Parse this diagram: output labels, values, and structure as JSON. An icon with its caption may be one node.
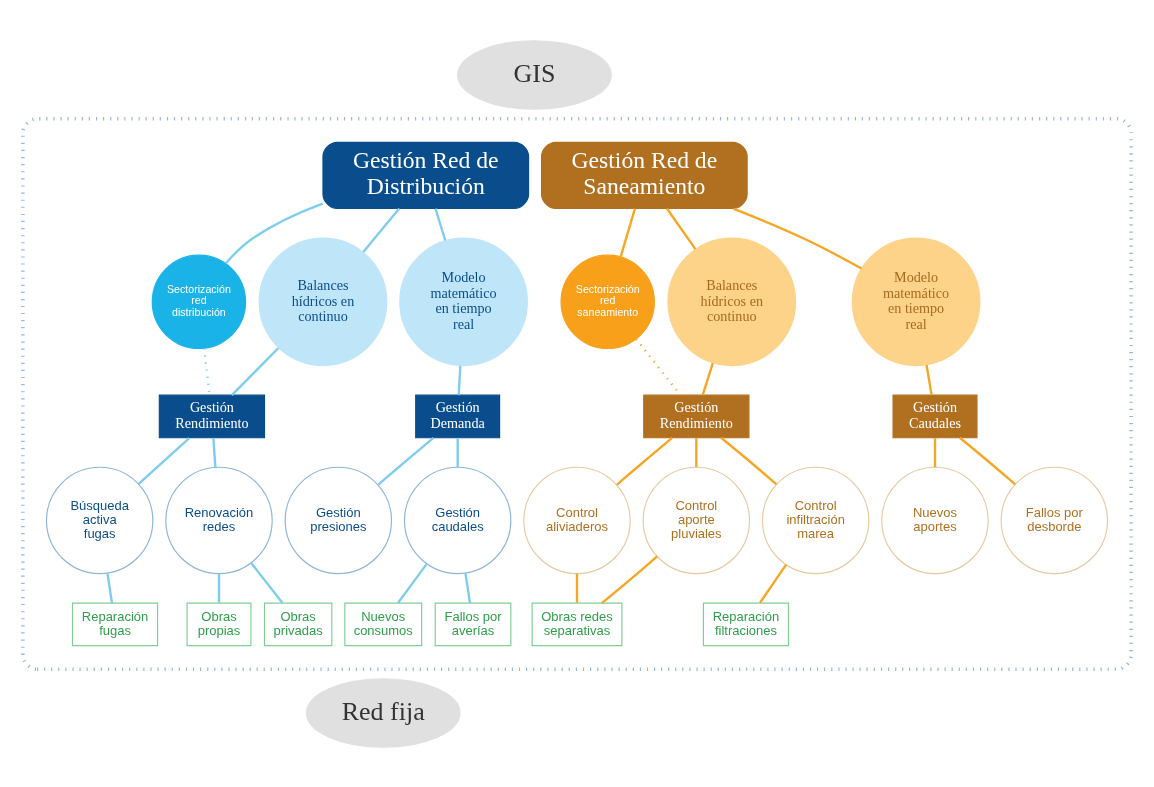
{
  "diagram": {
    "nodes": [
      {
        "text": [],
        "shape": "box"
      },
      {
        "text": [
          "GIS"
        ]
      },
      {
        "text": [
          "Gestión Red de Distribución"
        ],
        "in": 0
      },
      {
        "text": [
          "Sectorización red distribución"
        ],
        "in": 0
      },
      {
        "text": [
          "Balances hídricos en continuo"
        ],
        "in": 0
      },
      {
        "text": [
          "Modelo matemático en tiempo real"
        ],
        "in": 0
      },
      {
        "text": [
          "Gestión Rendimiento"
        ],
        "in": 0
      },
      {
        "text": [
          "Gestión Demanda"
        ],
        "in": 0
      },
      {
        "text": [
          "Búsqueda activa fugas"
        ],
        "in": 0
      },
      {
        "text": [
          "Renovación redes"
        ],
        "in": 0
      },
      {
        "text": [
          "Gestión presiones"
        ],
        "in": 0
      },
      {
        "text": [
          "Gestión caudales"
        ],
        "in": 0
      },
      {
        "text": [
          "Reparación fugas"
        ],
        "in": 0
      },
      {
        "text": [
          "Obras privadas"
        ],
        "in": 0
      },
      {
        "text": [
          "Obras propias"
        ],
        "in": 0
      },
      {
        "text": [
          "Fallos por averías"
        ],
        "in": 0
      },
      {
        "text": [
          "Nuevos consumos"
        ],
        "in": 0
      },
      {
        "text": [
          "Gestión Red de Saneamiento"
        ],
        "in": 0
      },
      {
        "text": [
          "Sectorización red saneamiento"
        ],
        "in": 0
      },
      {
        "text": [
          "Modelo matemático en tiempo real"
        ],
        "in": 0
      },
      {
        "text": [
          "Balances hídricos en continuo"
        ],
        "in": 0
      },
      {
        "text": [
          "Gestión Caudales"
        ],
        "in": 0
      },
      {
        "text": [
          "Gestión Rendimiento"
        ],
        "in": 0
      },
      {
        "text": [
          "Fallos por desborde"
        ],
        "in": 0
      },
      {
        "text": [
          "Nuevos aportes"
        ],
        "in": 0
      },
      {
        "text": [
          "Control aliviaderos"
        ],
        "in": 0
      },
      {
        "text": [
          "Control aporte pluviales"
        ],
        "in": 0
      },
      {
        "text": [
          "Control infiltración marea"
        ],
        "in": 0
      },
      {
        "text": [
          "Obras redes separativas"
        ],
        "in": 0
      },
      {
        "text": [
          "Reparación filtraciones"
        ],
        "in": 0
      },
      {
        "text": [
          "Red fija"
        ]
      }
    ],
    "edges": [
      {
        "from": 2,
        "to": 3,
        "arrow": "none"
      },
      {
        "from": 2,
        "to": 4,
        "arrow": "none"
      },
      {
        "from": 2,
        "to": 5,
        "arrow": "none"
      },
      {
        "from": 3,
        "to": 6,
        "arrow": "none",
        "style": "dashed"
      },
      {
        "from": 4,
        "to": 6,
        "arrow": "none"
      },
      {
        "from": 5,
        "to": 7,
        "arrow": "none"
      },
      {
        "from": 6,
        "to": 8,
        "arrow": "none"
      },
      {
        "from": 6,
        "to": 9,
        "arrow": "none"
      },
      {
        "from": 7,
        "to": 10,
        "arrow": "none"
      },
      {
        "from": 7,
        "to": 11,
        "arrow": "none"
      },
      {
        "from": 8,
        "to": 12,
        "arrow": "none"
      },
      {
        "from": 9,
        "to": 13,
        "arrow": "none"
      },
      {
        "from": 9,
        "to": 14,
        "arrow": "none"
      },
      {
        "from": 11,
        "to": 15,
        "arrow": "none"
      },
      {
        "from": 11,
        "to": 16,
        "arrow": "none"
      },
      {
        "from": 17,
        "to": 18,
        "arrow": "none",
        "color": "#f5a623"
      },
      {
        "from": 17,
        "to": 19,
        "arrow": "none",
        "color": "#f5a623"
      },
      {
        "from": 17,
        "to": 20,
        "arrow": "none",
        "color": "#f5a623"
      },
      {
        "from": 18,
        "to": 22,
        "arrow": "none",
        "style": "dashed",
        "color": "#f5a623"
      },
      {
        "from": 19,
        "to": 21,
        "arrow": "none",
        "color": "#f5a623"
      },
      {
        "from": 20,
        "to": 22,
        "arrow": "none",
        "color": "#f5a623"
      },
      {
        "from": 21,
        "to": 23,
        "arrow": "none",
        "color": "#f5a623"
      },
      {
        "from": 21,
        "to": 24,
        "arrow": "none",
        "color": "#f5a623"
      },
      {
        "from": 22,
        "to": 25,
        "arrow": "none",
        "color": "#f5a623"
      },
      {
        "from": 22,
        "to": 26,
        "arrow": "none",
        "color": "#f5a623"
      },
      {
        "from": 22,
        "to": 27,
        "arrow": "none",
        "color": "#f5a623"
      },
      {
        "from": 25,
        "to": 28,
        "arrow": "none",
        "color": "#f5a623"
      },
      {
        "from": 26,
        "to": 28,
        "arrow": "none",
        "color": "#f5a623"
      },
      {
        "from": 27,
        "to": 29,
        "arrow": "none",
        "color": "#f5a623"
      }
    ]
  }
}
